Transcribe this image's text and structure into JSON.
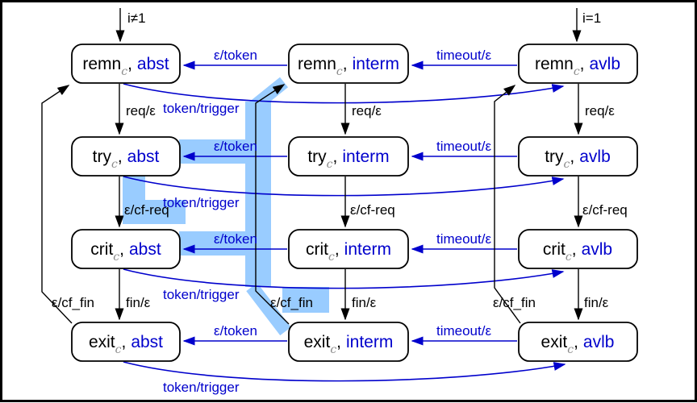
{
  "colors": {
    "edge_black": "#000000",
    "edge_blue": "#0000cc",
    "state_status_blue": "#0000cc",
    "state_fill": "#ffffff",
    "subscript_gray": "#8a8a8a",
    "highlight": "#99ccff",
    "border": "#000000"
  },
  "states": [
    {
      "id": "remn-abst",
      "name": "remn",
      "sub": "c",
      "sep": ",",
      "status": "abst"
    },
    {
      "id": "remn-interm",
      "name": "remn",
      "sub": "c",
      "sep": ",",
      "status": "interm"
    },
    {
      "id": "remn-avlb",
      "name": "remn",
      "sub": "c",
      "sep": ",",
      "status": "avlb"
    },
    {
      "id": "try-abst",
      "name": "try",
      "sub": "c",
      "sep": ",",
      "status": "abst"
    },
    {
      "id": "try-interm",
      "name": "try",
      "sub": "c",
      "sep": ",",
      "status": "interm"
    },
    {
      "id": "try-avlb",
      "name": "try",
      "sub": "c",
      "sep": ",",
      "status": "avlb"
    },
    {
      "id": "crit-abst",
      "name": "crit",
      "sub": "c",
      "sep": ",",
      "status": "abst"
    },
    {
      "id": "crit-interm",
      "name": "crit",
      "sub": "c",
      "sep": ",",
      "status": "interm"
    },
    {
      "id": "crit-avlb",
      "name": "crit",
      "sub": "c",
      "sep": ",",
      "status": "avlb"
    },
    {
      "id": "exit-abst",
      "name": "exit",
      "sub": "c",
      "sep": ",",
      "status": "abst"
    },
    {
      "id": "exit-interm",
      "name": "exit",
      "sub": "c",
      "sep": ",",
      "status": "interm"
    },
    {
      "id": "exit-avlb",
      "name": "exit",
      "sub": "c",
      "sep": ",",
      "status": "avlb"
    }
  ],
  "transitions": [
    {
      "from": "start",
      "to": "remn-abst",
      "label": "i≠1"
    },
    {
      "from": "start",
      "to": "remn-avlb",
      "label": "i=1"
    },
    {
      "from": "remn-abst",
      "to": "try-abst",
      "label": "req/ε"
    },
    {
      "from": "remn-interm",
      "to": "try-interm",
      "label": "req/ε"
    },
    {
      "from": "remn-avlb",
      "to": "try-avlb",
      "label": "req/ε"
    },
    {
      "from": "try-abst",
      "to": "crit-abst",
      "label": "ε/cf-req"
    },
    {
      "from": "try-interm",
      "to": "crit-interm",
      "label": "ε/cf-req"
    },
    {
      "from": "try-avlb",
      "to": "crit-avlb",
      "label": "ε/cf-req"
    },
    {
      "from": "crit-abst",
      "to": "exit-abst",
      "label": "fin/ε"
    },
    {
      "from": "crit-interm",
      "to": "exit-interm",
      "label": "fin/ε"
    },
    {
      "from": "crit-avlb",
      "to": "exit-avlb",
      "label": "fin/ε"
    },
    {
      "from": "exit-abst",
      "to": "remn-abst",
      "label": "ε/cf_fin"
    },
    {
      "from": "exit-interm",
      "to": "remn-interm",
      "label": "ε/cf_fin"
    },
    {
      "from": "exit-avlb",
      "to": "remn-avlb",
      "label": "ε/cf_fin"
    },
    {
      "from": "remn-interm",
      "to": "remn-abst",
      "label": "ε/token"
    },
    {
      "from": "try-interm",
      "to": "try-abst",
      "label": "ε/token"
    },
    {
      "from": "crit-interm",
      "to": "crit-abst",
      "label": "ε/token"
    },
    {
      "from": "exit-interm",
      "to": "exit-abst",
      "label": "ε/token"
    },
    {
      "from": "remn-avlb",
      "to": "remn-interm",
      "label": "timeout/ε"
    },
    {
      "from": "try-avlb",
      "to": "try-interm",
      "label": "timeout/ε"
    },
    {
      "from": "crit-avlb",
      "to": "crit-interm",
      "label": "timeout/ε"
    },
    {
      "from": "exit-avlb",
      "to": "exit-interm",
      "label": "timeout/ε"
    },
    {
      "from": "remn-abst",
      "to": "remn-avlb",
      "label": "token/trigger"
    },
    {
      "from": "try-abst",
      "to": "try-avlb",
      "label": "token/trigger"
    },
    {
      "from": "crit-abst",
      "to": "crit-avlb",
      "label": "token/trigger"
    },
    {
      "from": "exit-abst",
      "to": "exit-avlb",
      "label": "token/trigger"
    }
  ]
}
